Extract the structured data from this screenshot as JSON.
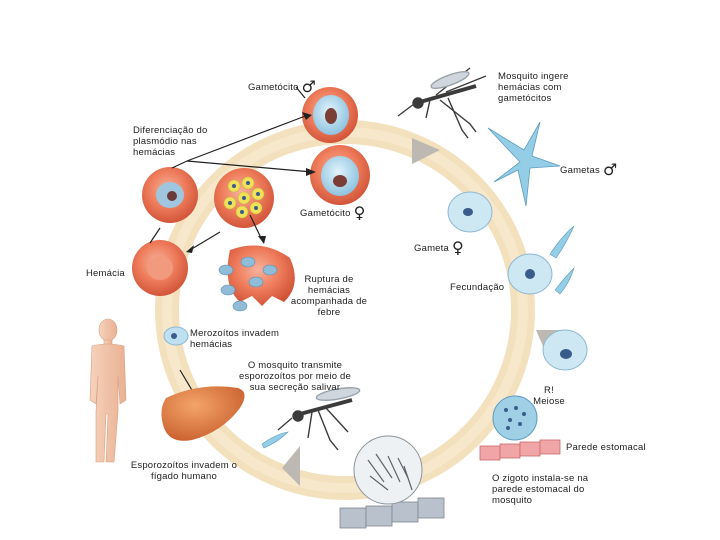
{
  "labels": {
    "gametocito_m": "Gametócito",
    "gametocito_f": "Gametócito",
    "mosquito_ingere": "Mosquito ingere hemácias com gametócitos",
    "diferenciacao": "Diferenciação do plasmódio nas hemácias",
    "gametas_m": "Gametas",
    "gameta_f": "Gameta",
    "hemacia": "Hemácia",
    "ruptura": "Ruptura de hemácias acompanhada de febre",
    "fecundacao": "Fecundação",
    "merozoitos": "Merozoítos invadem hemácias",
    "mosquito_transmite": "O mosquito transmite esporozoítos por meio de sua secreção salivar",
    "meiose_r": "R!",
    "meiose": "Meiose",
    "parede": "Parede estomacal",
    "esporozoitos": "Esporozoítos invadem o fígado humano",
    "zigoto": "O zigoto instala-se na parede estomacal do mosquito"
  },
  "symbols": {
    "male": "♂",
    "female": "♀"
  },
  "colors": {
    "cycle_ring": "#f3dfb8",
    "arrow": "#b9b5ae",
    "red_cell": "#ec7352",
    "blue_cell": "#a9d4ea",
    "liver": "#e07a42",
    "human": "#f2c4a8"
  }
}
